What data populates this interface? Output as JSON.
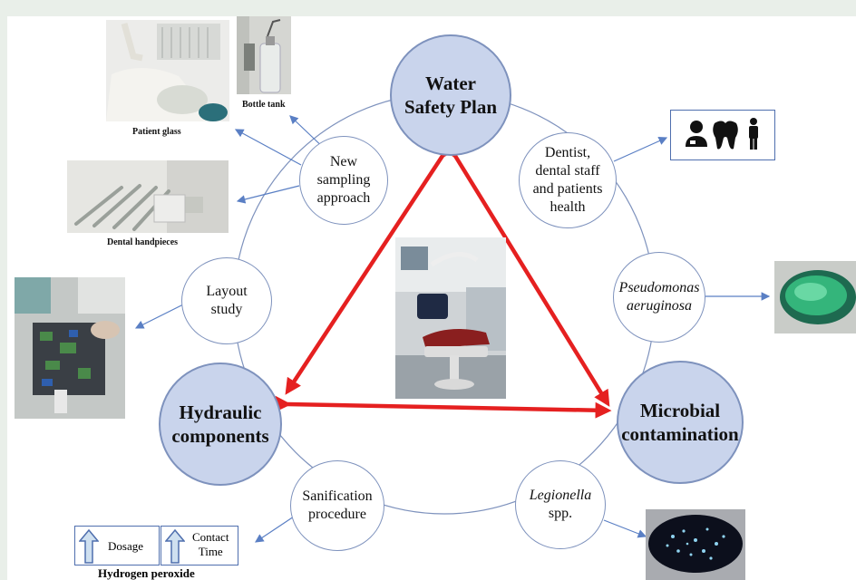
{
  "hubs": {
    "water_safety_plan": "Water\nSafety Plan",
    "hydraulic_components": "Hydraulic\ncomponents",
    "microbial_contamination": "Microbial\ncontamination"
  },
  "nodes": {
    "new_sampling": "New\nsampling\napproach",
    "dentist_health": "Dentist,\ndental staff\nand patients\nhealth",
    "layout_study": "Layout\nstudy",
    "pseudomonas": "Pseudomonas",
    "pseudomonas_2": "aeruginosa",
    "sanification": "Sanification\nprocedure",
    "legionella": "Legionella",
    "legionella_2": "spp."
  },
  "images": {
    "patient_glass": "Patient glass",
    "bottle_tank": "Bottle tank",
    "dental_handpieces": "Dental handpieces"
  },
  "hydrogen_peroxide": {
    "dosage": "Dosage",
    "contact_time": "Contact\nTime",
    "caption": "Hydrogen peroxide"
  },
  "icons": [
    "user-doctor-icon",
    "tooth-icon",
    "person-icon"
  ],
  "colors": {
    "hub_fill": "#c9d4ec",
    "hub_border": "#7e92bd",
    "arrow_red": "#e52020",
    "connector_blue": "#5a7fc4"
  }
}
